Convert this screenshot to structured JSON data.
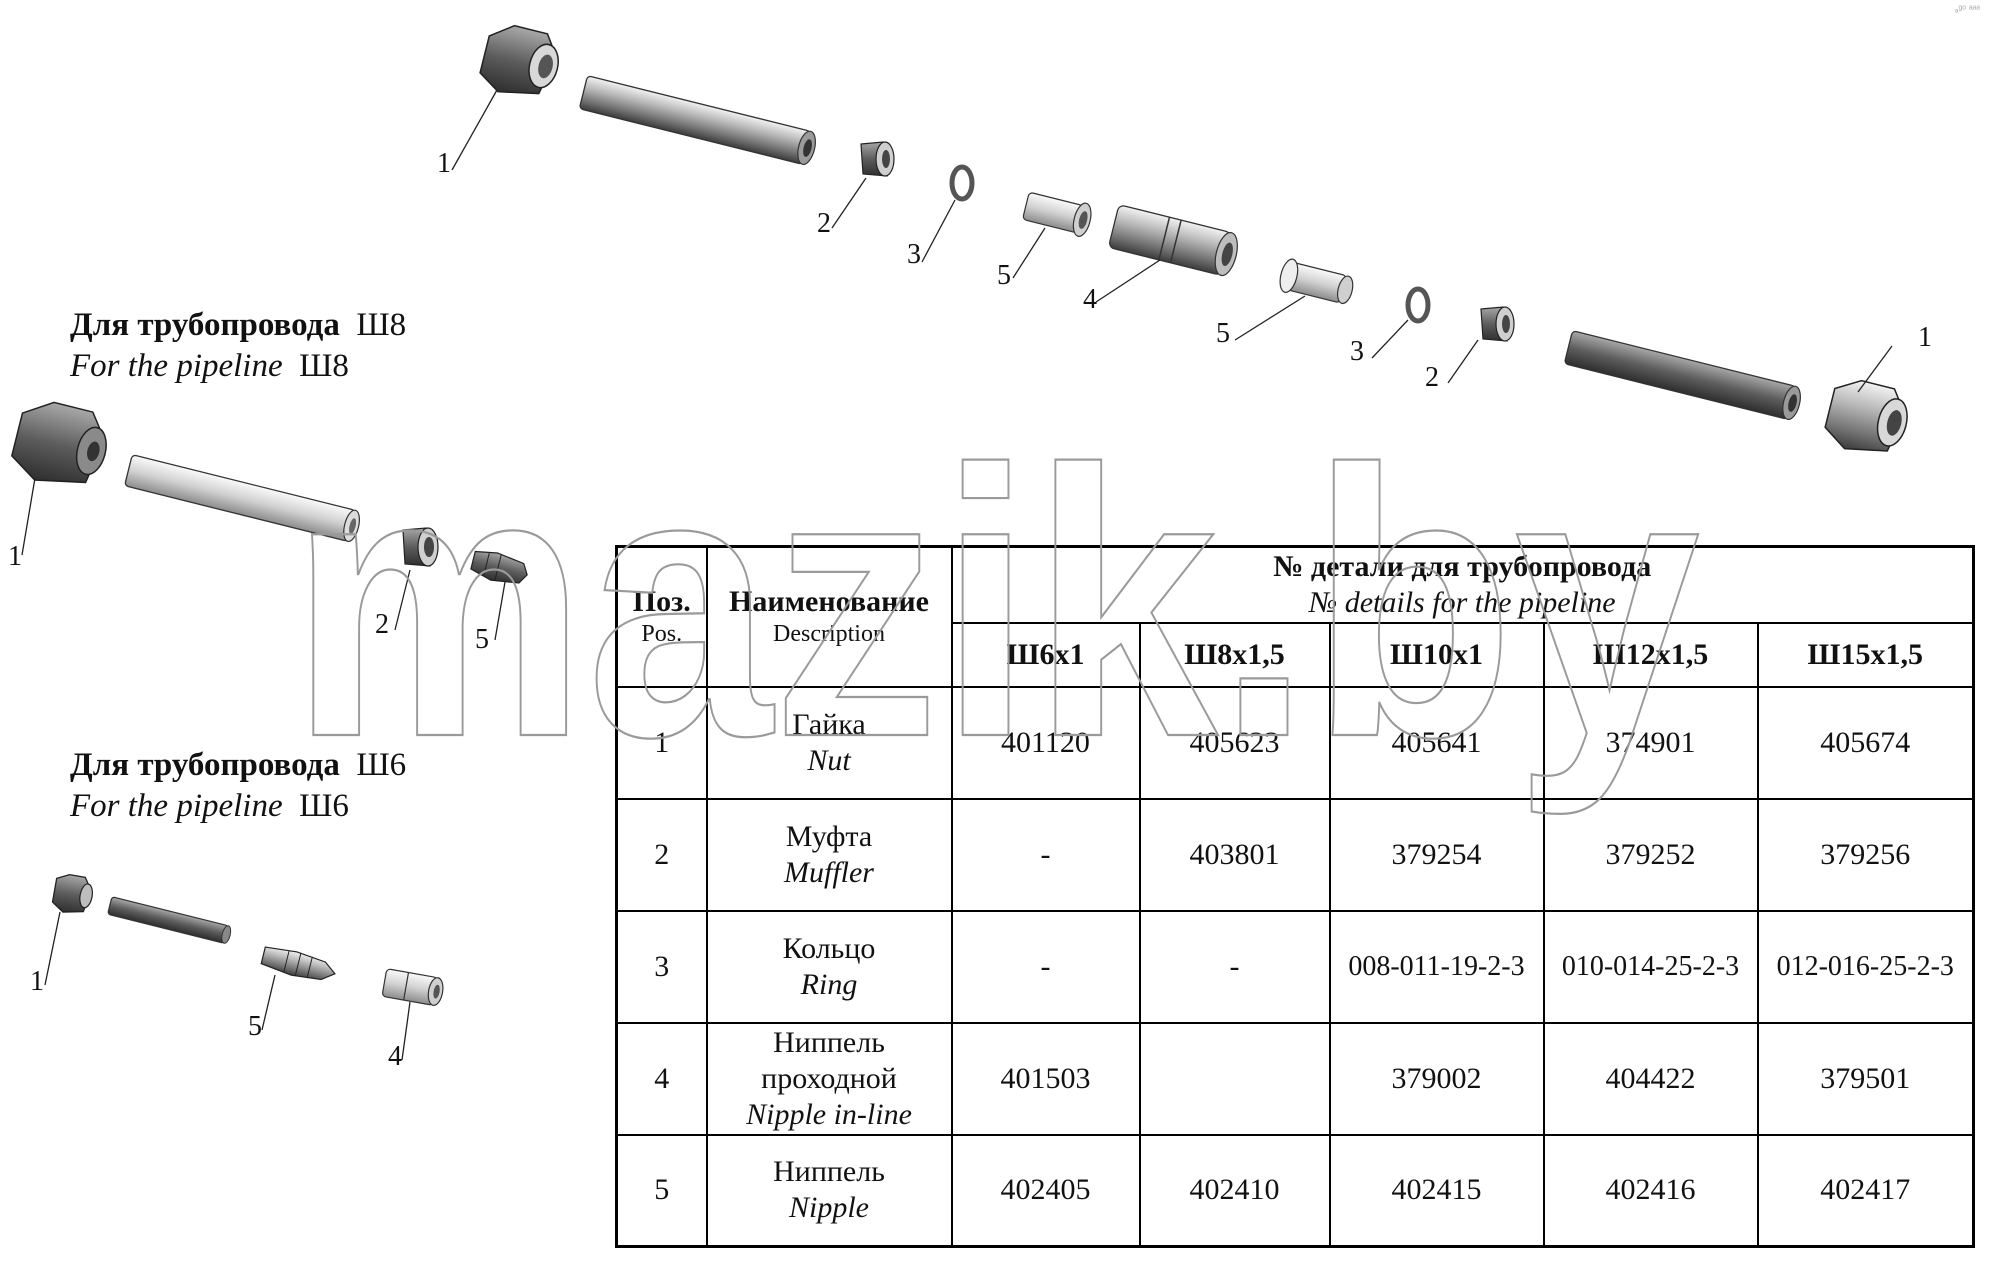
{
  "corner_mark": "ₐᵍᵒ ᵃᵃᵃ",
  "watermark": "mazik.by",
  "headings": {
    "w8": {
      "ru_prefix": "Для трубопровода",
      "en_prefix": "For the pipeline",
      "size": "Ш8"
    },
    "w6": {
      "ru_prefix": "Для трубопровода",
      "en_prefix": "For the pipeline",
      "size": "Ш6"
    }
  },
  "callouts": {
    "top": [
      "1",
      "2",
      "3",
      "5",
      "4",
      "5",
      "3",
      "2",
      "1"
    ],
    "w8": [
      "1",
      "2",
      "5"
    ],
    "w6": [
      "1",
      "5",
      "4"
    ]
  },
  "table": {
    "col_pos": {
      "ru": "Поз.",
      "en": "Pos."
    },
    "col_name": {
      "ru": "Наименование",
      "en": "Description"
    },
    "col_group": {
      "ru": "№  детали для трубопровода",
      "en": "№ details for the pipeline"
    },
    "sizes": [
      "Ш6х1",
      "Ш8х1,5",
      "Ш10х1",
      "Ш12х1,5",
      "Ш15х1,5"
    ],
    "rows": [
      {
        "pos": "1",
        "name_ru": "Гайка",
        "name_en": "Nut",
        "values": [
          "401120",
          "405623",
          "405641",
          "374901",
          "405674"
        ]
      },
      {
        "pos": "2",
        "name_ru": "Муфта",
        "name_en": "Muffler",
        "values": [
          "-",
          "403801",
          "379254",
          "379252",
          "379256"
        ]
      },
      {
        "pos": "3",
        "name_ru": "Кольцо",
        "name_en": "Ring",
        "values": [
          "-",
          "-",
          "008-011-19-2-3",
          "010-014-25-2-3",
          "012-016-25-2-3"
        ]
      },
      {
        "pos": "4",
        "name_ru": "Ниппель проходной",
        "name_en": "Nipple in-line",
        "values": [
          "401503",
          "",
          "379002",
          "404422",
          "379501"
        ]
      },
      {
        "pos": "5",
        "name_ru": "Ниппель",
        "name_en": "Nipple",
        "values": [
          "402405",
          "402410",
          "402415",
          "402416",
          "402417"
        ]
      }
    ]
  }
}
